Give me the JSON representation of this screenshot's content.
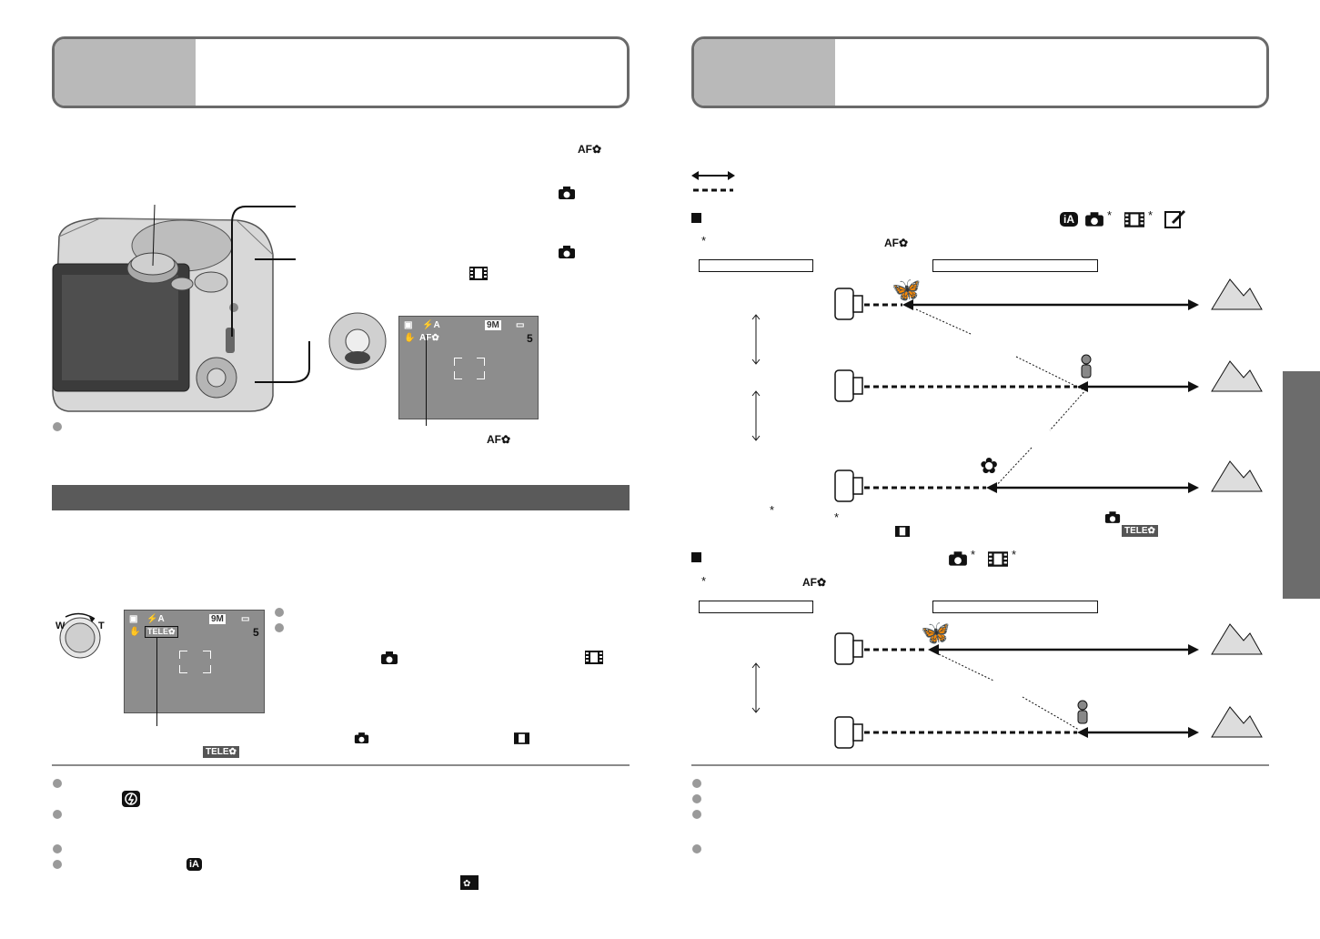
{
  "colors": {
    "title_grey": "#b9b9b9",
    "section_bar": "#5a5a5a",
    "side_tab": "#6c6c6c",
    "lcd": "#8d8d8d"
  },
  "left": {
    "af_macro_glyph": "AF✿",
    "lcd_top": {
      "flash": "⚡A",
      "res": "9M",
      "count": "5",
      "macro": "AF✿"
    },
    "callout_af": "AF✿",
    "lcd_bottom": {
      "flash": "⚡A",
      "res": "9M",
      "count": "5",
      "tele": "TELE✿"
    },
    "zoom_w": "W",
    "zoom_t": "T",
    "tele_badge": "TELE✿"
  },
  "right": {
    "asterisk": "*",
    "af_macro_glyph": "AF✿",
    "tele_badge": "TELE✿",
    "ia_badge": "iA"
  },
  "icons": [
    "camera-icon",
    "movie-icon",
    "clipboard-icon",
    "intelligent-auto-icon",
    "flash-off-icon",
    "macro-icon",
    "butterfly-icon",
    "person-icon",
    "flower-icon",
    "mountain-icon",
    "camera-side-icon"
  ]
}
